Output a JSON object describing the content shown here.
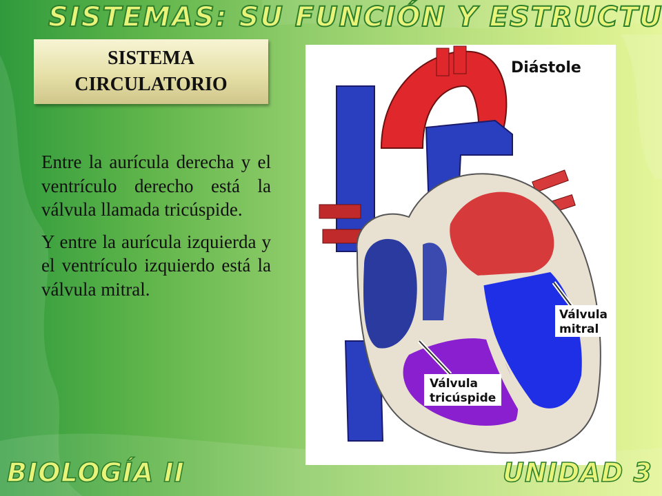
{
  "header": {
    "title": "SISTEMAS: SU FUNCIÓN Y ESTRUCTURA"
  },
  "heading": {
    "line1": "SISTEMA",
    "line2": "CIRCULATORIO"
  },
  "body": {
    "paragraph1": "Entre la aurícula derecha y el ventrículo derecho está la válvula llamada tricúspide.",
    "paragraph2": "Y entre la aurícula izquierda y el ventrículo izquierdo está la válvula mitral."
  },
  "figure": {
    "label_phase": "Diástole",
    "label_mitral_line1": "Válvula",
    "label_mitral_line2": "mitral",
    "label_tricuspid_line1": "Válvula",
    "label_tricuspid_line2": "tricúspide"
  },
  "footer": {
    "left": "BIOLOGÍA II",
    "right": "UNIDAD 3"
  },
  "colors": {
    "background_left": "#2f9a3c",
    "background_right": "#e4f59a",
    "deco_text": "#e8f37a",
    "deco_outline": "#2e7f2c",
    "heart_red": "#e0282c",
    "heart_blue": "#2a3fbf",
    "heart_purple": "#8a1fd0",
    "heart_wall": "#e8e0d0"
  }
}
